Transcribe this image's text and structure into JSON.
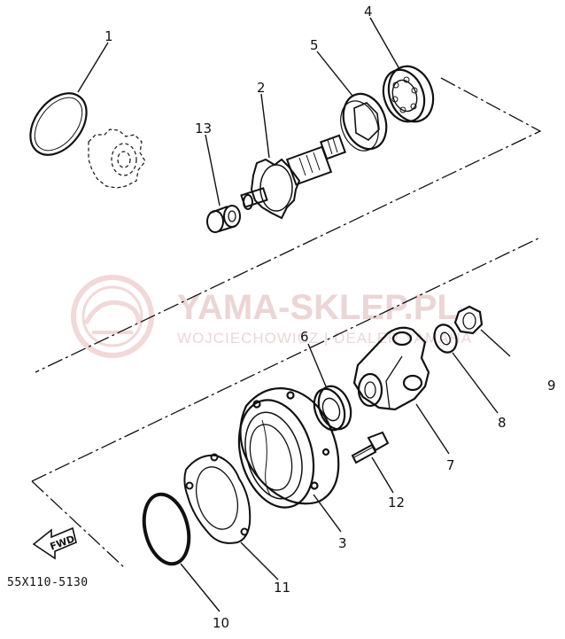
{
  "diagram": {
    "part_code": "55X110-5130",
    "fwd_label": "FWD",
    "callouts": [
      {
        "id": "c1",
        "label": "1"
      },
      {
        "id": "c2",
        "label": "2"
      },
      {
        "id": "c3",
        "label": "3"
      },
      {
        "id": "c4",
        "label": "4"
      },
      {
        "id": "c5",
        "label": "5"
      },
      {
        "id": "c6",
        "label": "6"
      },
      {
        "id": "c7",
        "label": "7"
      },
      {
        "id": "c8",
        "label": "8"
      },
      {
        "id": "c9",
        "label": "9"
      },
      {
        "id": "c10",
        "label": "10"
      },
      {
        "id": "c11",
        "label": "11"
      },
      {
        "id": "c12",
        "label": "12"
      },
      {
        "id": "c13",
        "label": "13"
      }
    ]
  },
  "watermark": {
    "title": "YAMA-SKLEP.PL",
    "subtitle": "WOJCIECHOWICZ | DEALER YAMAHA",
    "color": "#e8c7c7"
  }
}
